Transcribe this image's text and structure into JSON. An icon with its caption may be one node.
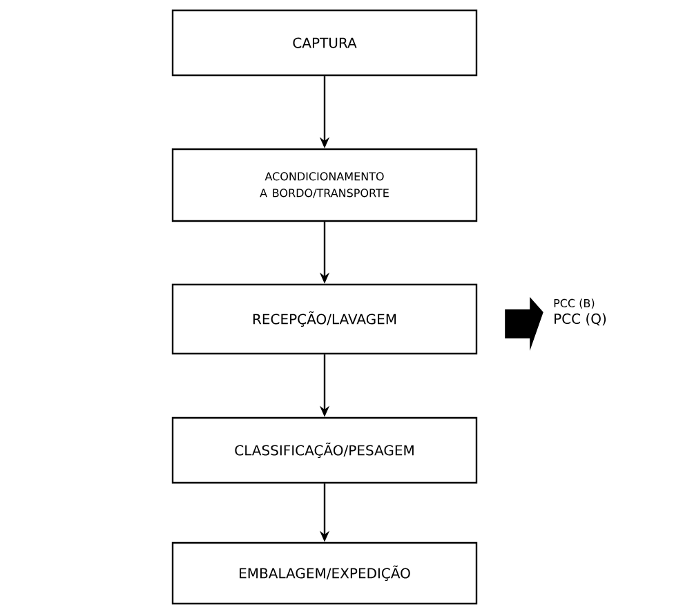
{
  "diagram": {
    "nodes": [
      {
        "text": [
          "CAPTURA"
        ]
      },
      {
        "text": [
          "ACONDICIONAMENTO A BORDO/TRANSPORTE"
        ]
      },
      {
        "text": [
          "RECEPÇÃO/LAVAGEM"
        ]
      },
      {
        "text": [
          "CLASSIFICAÇÃO/PESAGEM"
        ]
      },
      {
        "text": [
          "EMBALAGEM/EXPEDIÇÃO"
        ]
      },
      {
        "text": [
          "PCC (B)",
          "PCC (Q)"
        ]
      }
    ],
    "edges": [
      {
        "from": 0,
        "to": 1,
        "arrow": "to"
      },
      {
        "from": 1,
        "to": 2,
        "arrow": "to"
      },
      {
        "from": 2,
        "to": 3,
        "arrow": "to"
      },
      {
        "from": 3,
        "to": 4,
        "arrow": "to"
      },
      {
        "from": 2,
        "to": 5,
        "arrow": "to",
        "style": "thick"
      }
    ]
  }
}
